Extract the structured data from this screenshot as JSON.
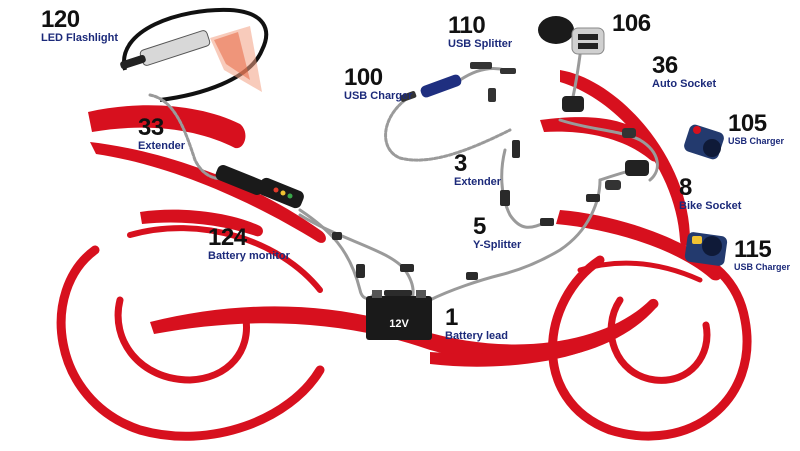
{
  "colors": {
    "body_red": "#d7101e",
    "label_blue": "#1c2a7a",
    "number_black": "#111111",
    "cable_grey": "#9a9a9a"
  },
  "battery": {
    "voltage_label": "12V"
  },
  "callouts": {
    "led_flashlight": {
      "number": "120",
      "label": "LED Flashlight"
    },
    "extender_33": {
      "number": "33",
      "label": "Extender"
    },
    "battery_monitor": {
      "number": "124",
      "label": "Battery monitor"
    },
    "usb_charger_100": {
      "number": "100",
      "label": "USB Charger"
    },
    "usb_splitter": {
      "number": "110",
      "label": "USB Splitter"
    },
    "extender_3": {
      "number": "3",
      "label": "Extender"
    },
    "y_splitter": {
      "number": "5",
      "label": "Y-Splitter"
    },
    "battery_lead": {
      "number": "1",
      "label": "Battery lead"
    },
    "dual_usb_106": {
      "number": "106",
      "label": ""
    },
    "auto_socket": {
      "number": "36",
      "label": "Auto Socket"
    },
    "usb_charger_105": {
      "number": "105",
      "label": "USB Charger"
    },
    "bike_socket": {
      "number": "8",
      "label": "Bike Socket"
    },
    "usb_charger_115": {
      "number": "115",
      "label": "USB Charger"
    }
  },
  "icons": [
    "battery-icon",
    "led-flashlight-icon",
    "battery-monitor-icon",
    "usb-charger-icon",
    "usb-splitter-icon",
    "dual-usb-socket-icon",
    "auto-socket-icon",
    "bike-socket-icon",
    "usb-charger-box-icon"
  ]
}
